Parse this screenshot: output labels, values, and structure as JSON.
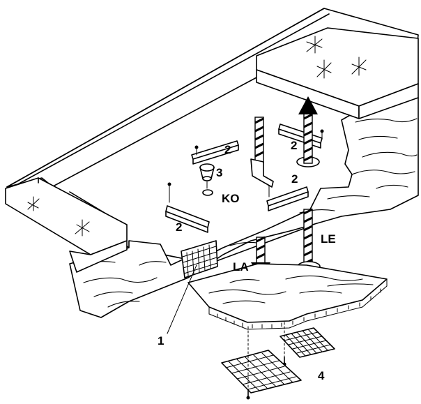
{
  "labels": {
    "part_1": "1",
    "part_2": "2",
    "part_3": "3",
    "part_4": "4",
    "ko": "KO",
    "le": "LE",
    "la": "LA"
  }
}
